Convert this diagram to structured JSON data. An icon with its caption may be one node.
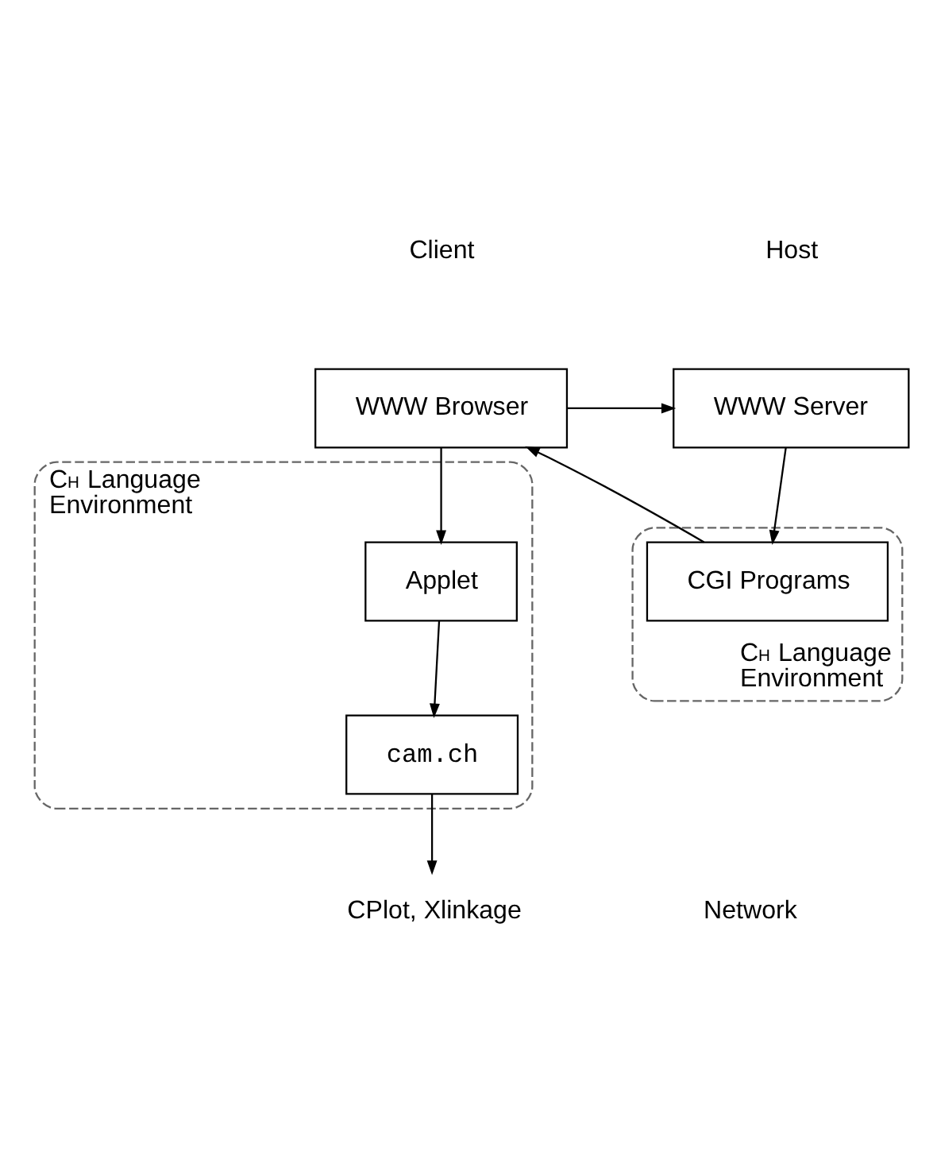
{
  "diagram": {
    "nodes": [
      {
        "text": [
          "WWW Browser"
        ]
      },
      {
        "text": [
          "WWW Server"
        ]
      },
      {
        "text": [
          "C$^{H}$ Language Environment"
        ]
      },
      {
        "text": [
          "Applet"
        ],
        "in": 2
      },
      {
        "text": [
          "cam.ch"
        ],
        "in": 2
      },
      {
        "text": [
          "C$^{H}$ Language Environment"
        ]
      },
      {
        "text": [
          "CGI Programs"
        ],
        "in": 5
      },
      {
        "text": [
          "CPlot, Xlinkage"
        ]
      }
    ],
    "edges": [
      {
        "from": 0,
        "to": 1,
        "arrow": "to"
      },
      {
        "from": 0,
        "to": 3,
        "arrow": "to"
      },
      {
        "from": 3,
        "to": 4,
        "arrow": "to"
      },
      {
        "from": 4,
        "to": 7,
        "arrow": "to"
      },
      {
        "from": 1,
        "to": 6,
        "arrow": "to"
      },
      {
        "from": 6,
        "to": 0,
        "arrow": "to"
      }
    ],
    "labels": [
      "Client",
      "Host",
      "Network"
    ]
  }
}
